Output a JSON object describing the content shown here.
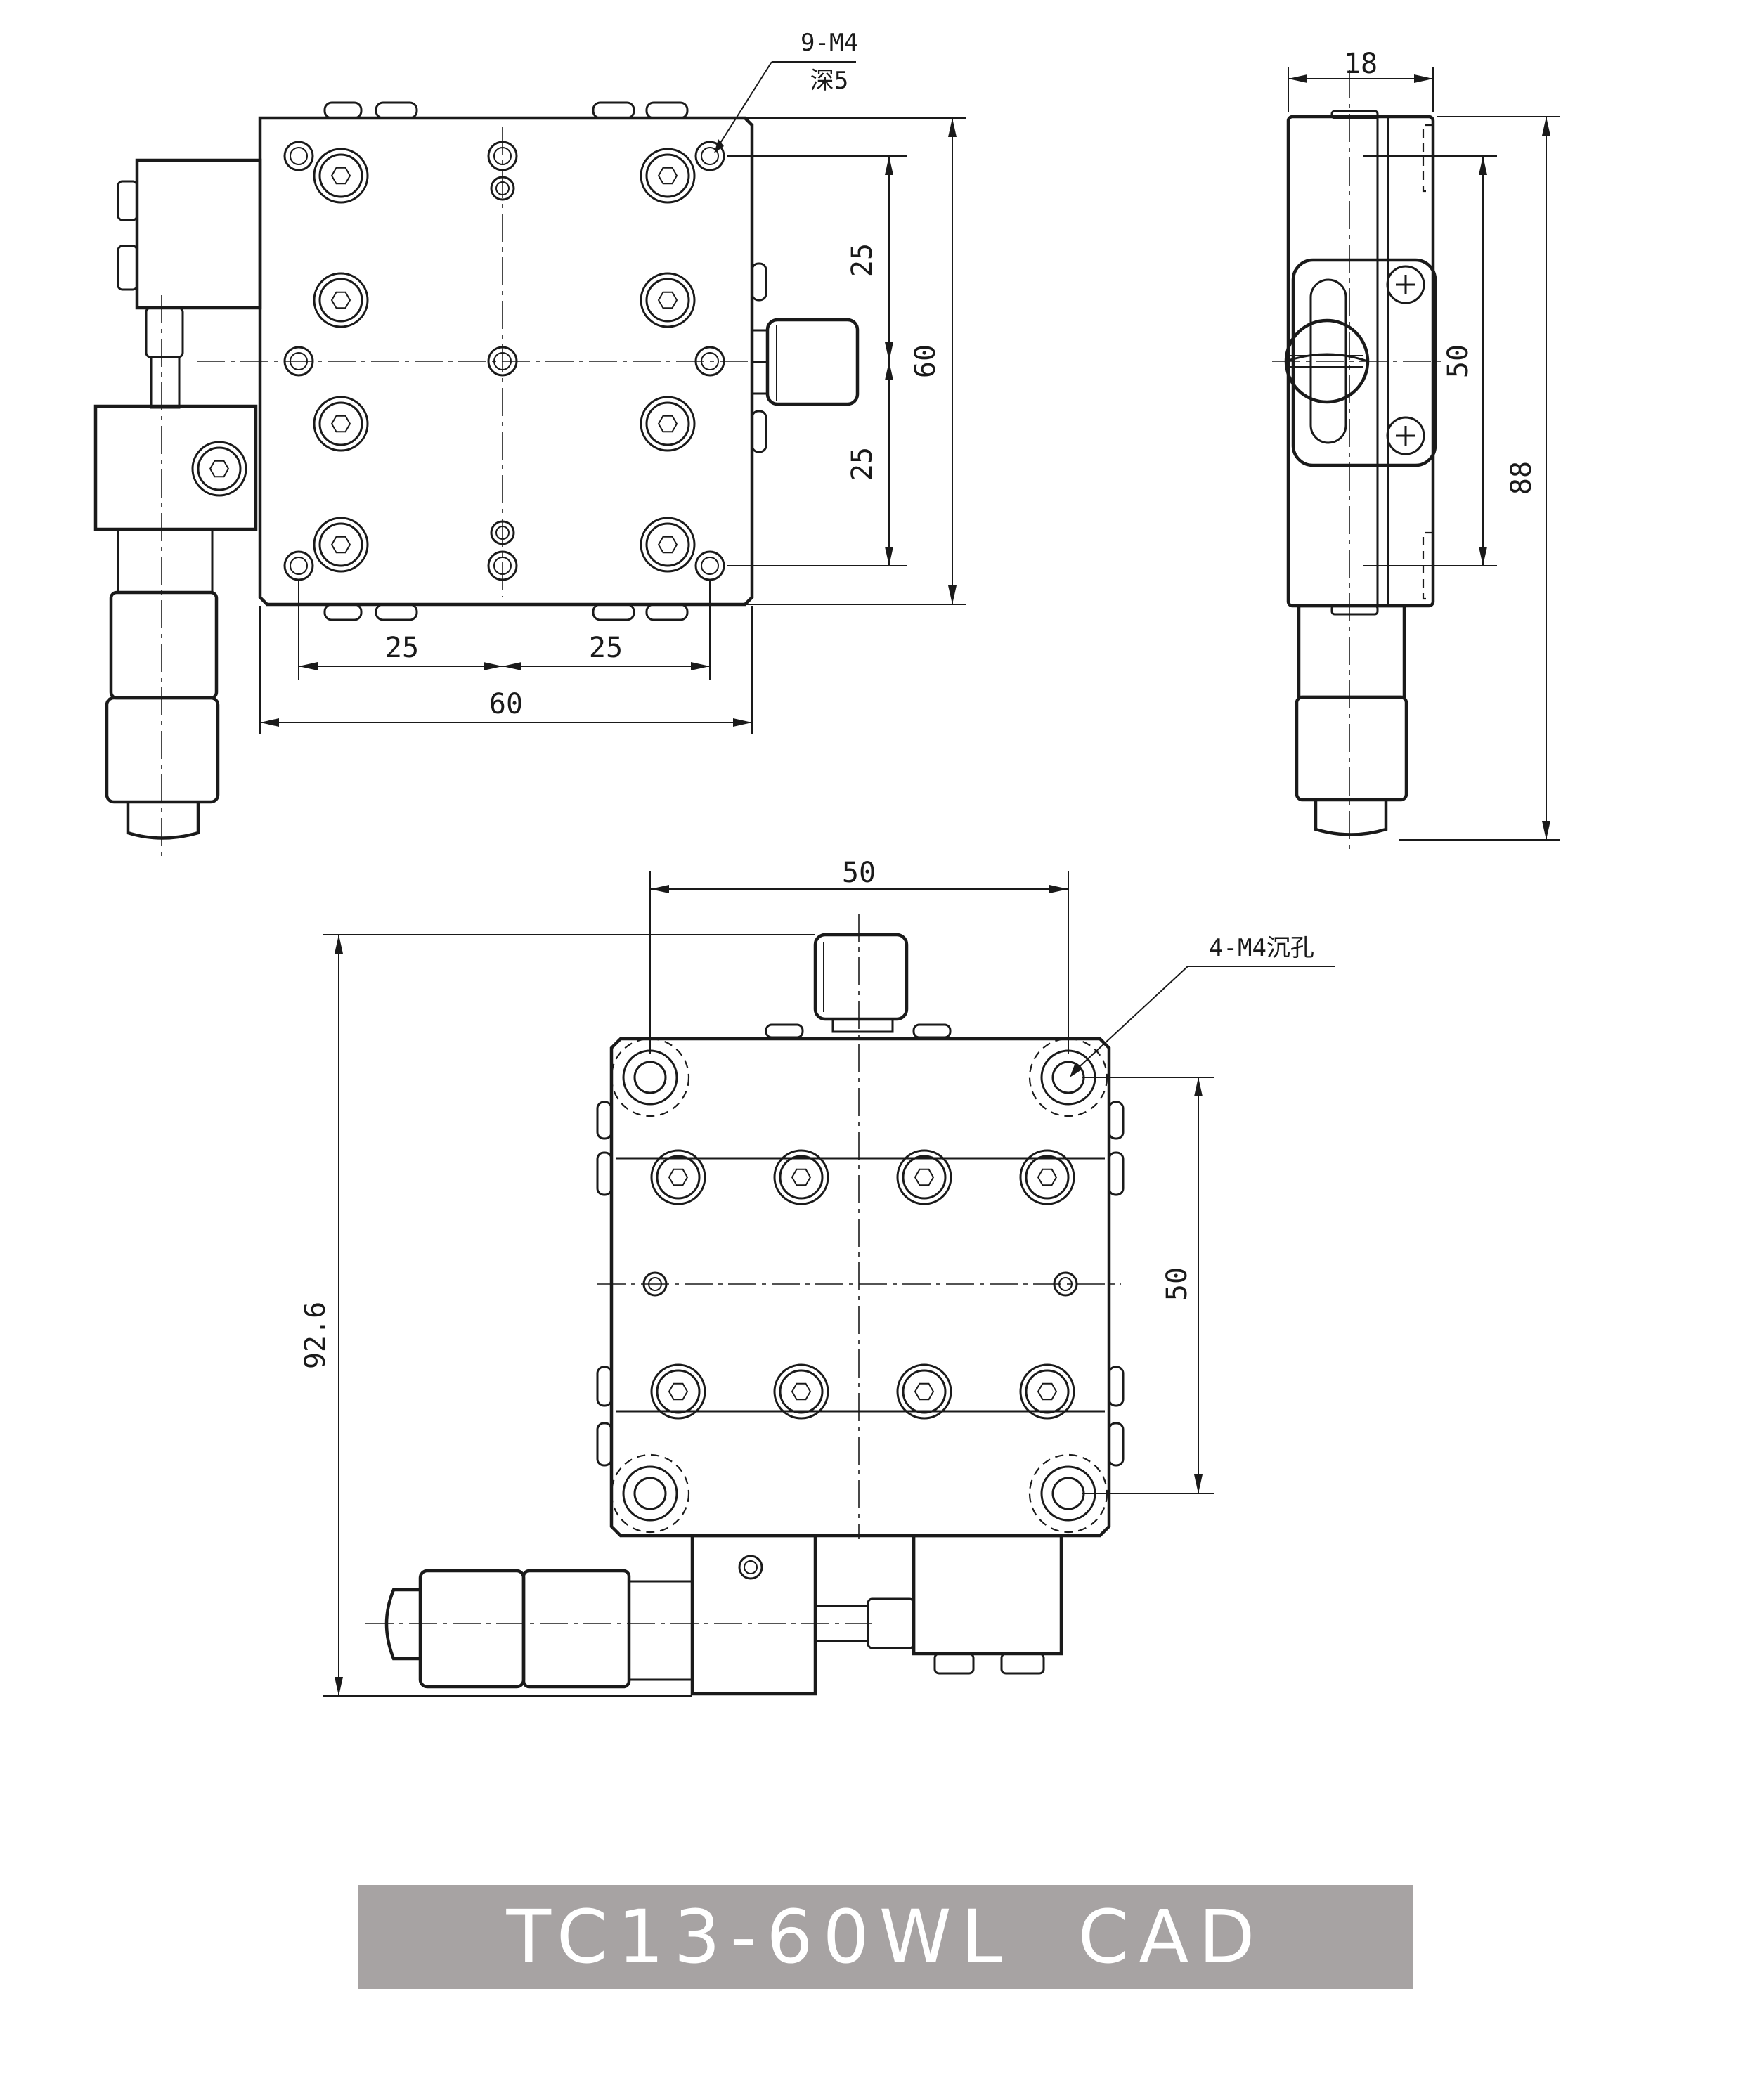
{
  "title": "TC13-60WL  CAD",
  "colors": {
    "title_bar": "#a7a3a3",
    "title_text": "#ffffff",
    "line": "#1a1a1a"
  },
  "top_view": {
    "hole_note_line1": "9-M4",
    "hole_note_line2": "深5",
    "dim_bottom_left": "25",
    "dim_bottom_right": "25",
    "dim_bottom_total": "60",
    "dim_right_upper": "25",
    "dim_right_lower": "25",
    "dim_right_total": "60"
  },
  "side_view": {
    "dim_width": "18",
    "dim_hole_spacing": "50",
    "dim_total_height": "88"
  },
  "bottom_view": {
    "hole_note": "4-M4沉孔",
    "dim_hole_spacing_horizontal": "50",
    "dim_hole_spacing_vertical": "50",
    "dim_total_height": "92.6"
  }
}
